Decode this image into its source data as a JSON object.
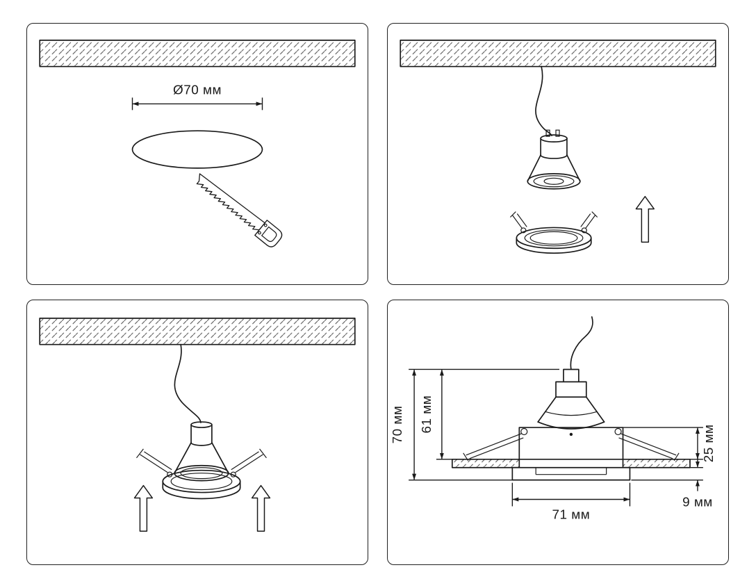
{
  "colors": {
    "background": "#ffffff",
    "line": "#1a1a1a"
  },
  "panels": {
    "step1": {
      "hole_diameter_label": "Ø70 мм"
    },
    "step4": {
      "total_height_label": "70 мм",
      "above_ceiling_height_label": "61 мм",
      "recess_depth_label": "25 мм",
      "trim_thickness_label": "9 мм",
      "trim_diameter_label": "71 мм"
    }
  }
}
